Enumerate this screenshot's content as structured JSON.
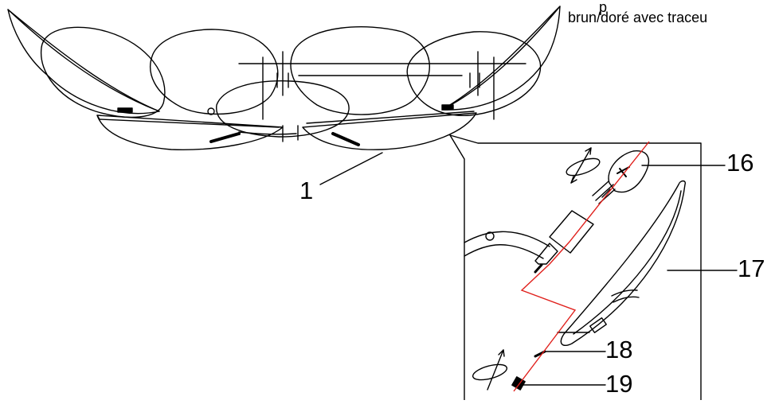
{
  "caption": {
    "line1": "p",
    "line2": "brun/doré avec traceu"
  },
  "callouts": {
    "c1": "1",
    "c16": "16",
    "c17": "17",
    "c18": "18",
    "c19": "19"
  },
  "colors": {
    "stroke": "#000000",
    "laser": "#e0201c"
  }
}
